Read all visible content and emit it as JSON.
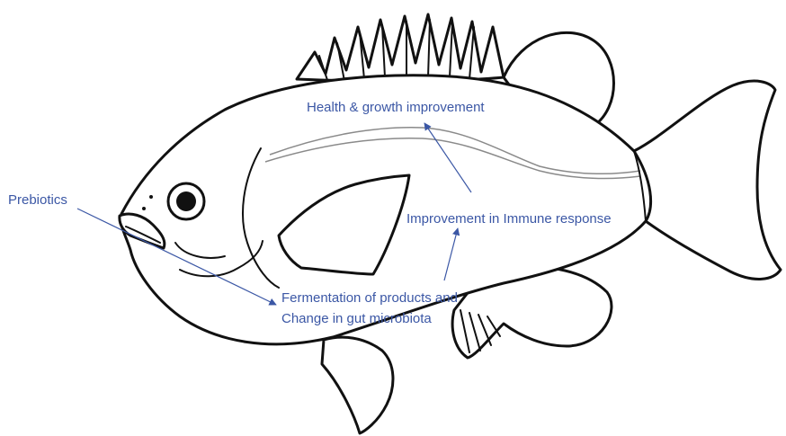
{
  "labels": {
    "prebiotics": "Prebiotics",
    "fermentation_line1": "Fermentation of products and",
    "fermentation_line2": "Change in gut microbiota",
    "immune": "Improvement in Immune response",
    "health": "Health & growth improvement"
  },
  "colors": {
    "label_text": "#3b57a5",
    "arrows": "#3b57a5",
    "outline": "#111111",
    "lateral_line": "#8a8a8a"
  }
}
